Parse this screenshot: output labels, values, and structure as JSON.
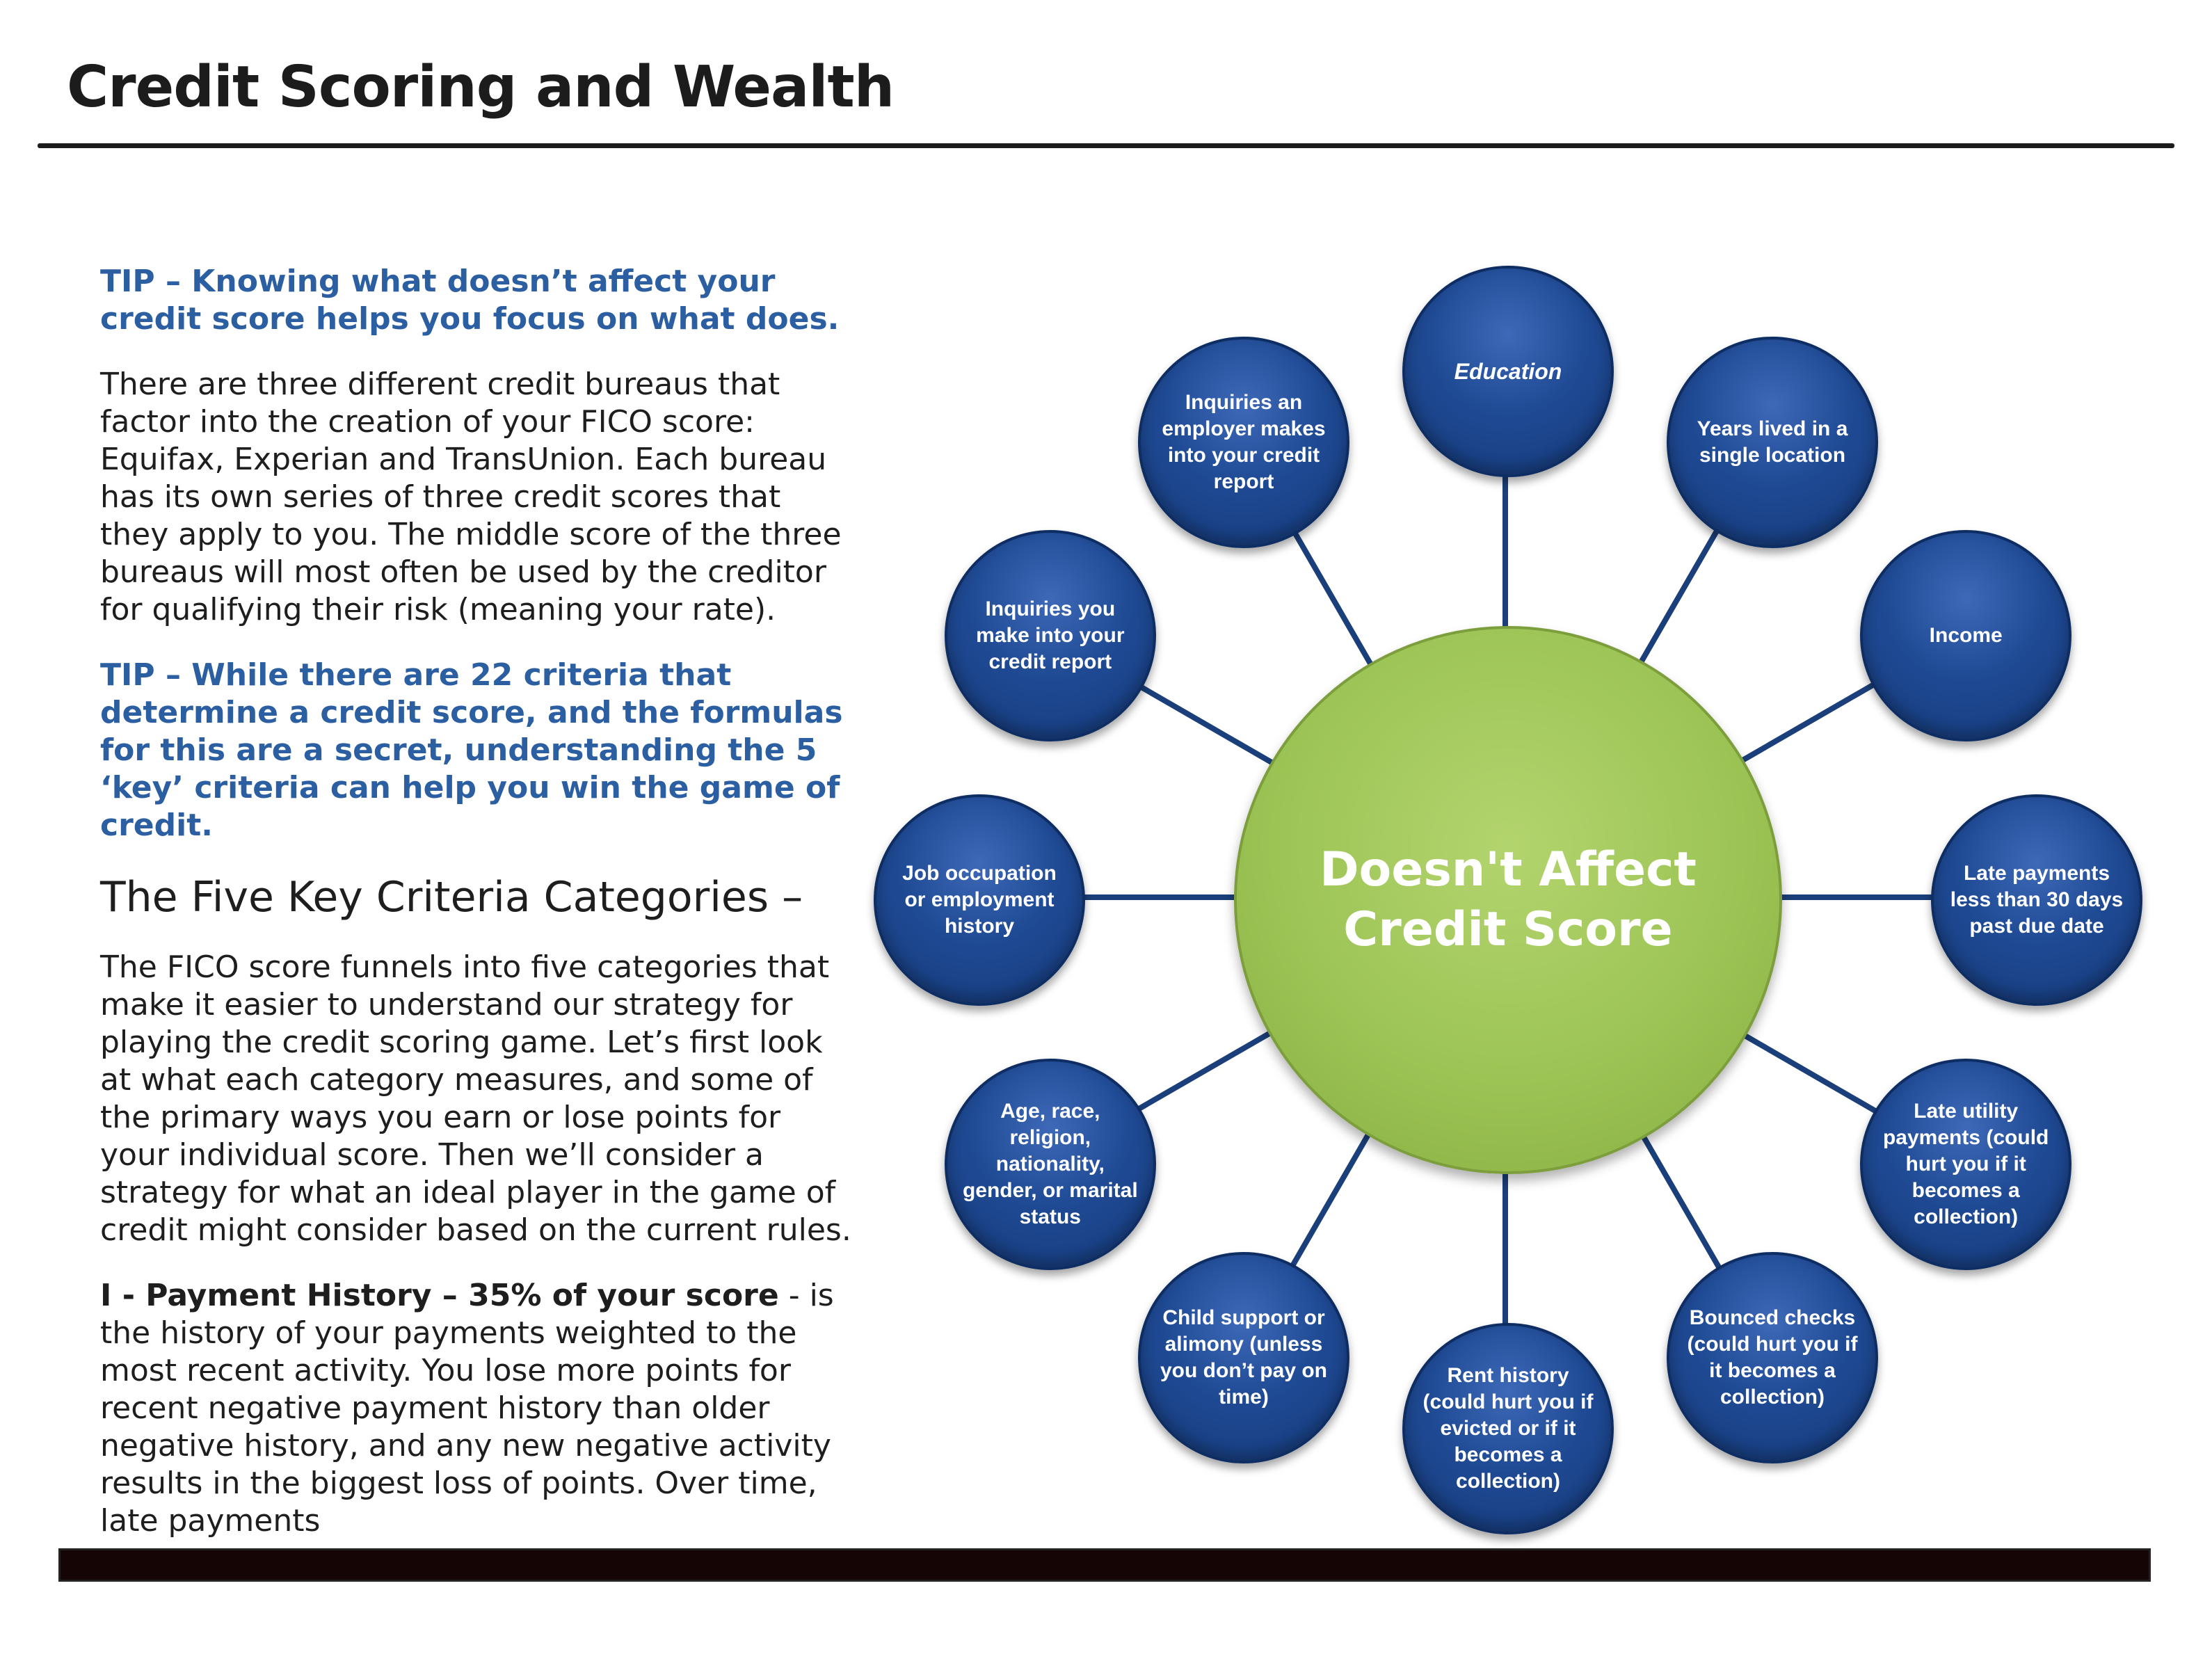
{
  "header": {
    "title": "Credit Scoring and Wealth"
  },
  "left": {
    "tip1": "TIP – Knowing what doesn’t affect your credit score helps you focus on what does.",
    "para1": "There are three different credit bureaus that factor into the creation of your FICO score: Equifax, Experian and TransUnion. Each bureau has its own series of three credit scores that they apply to you. The middle score of the three bureaus will most often be used by the creditor for qualifying their risk (meaning your rate).",
    "tip2": "TIP – While there are 22 criteria that determine a credit score, and the formulas for this are a secret, understanding the 5 ‘key’ criteria can help you win the game of credit.",
    "heading": "The Five Key Criteria Categories –",
    "para2": "The FICO score funnels into five categories that make it easier to understand our strategy for playing the credit scoring game. Let’s first look at what each category measures, and some of the primary ways you earn or lose points for your individual score. Then we’ll consider a strategy for what an ideal player in the game of credit might consider based on the current rules.",
    "para3_lead": "I - Payment History – 35% of your score",
    "para3_rest": " - is the history of your payments weighted to the most recent activity. You lose more points for recent negative payment history than older negative history, and any new negative activity results in the biggest loss of points. Over time, late payments"
  },
  "diagram": {
    "center": "Doesn't Affect\nCredit Score",
    "colors": {
      "center": "#9cc455",
      "node": "#1f4a94",
      "spoke": "#1b3f7a"
    },
    "nodes": [
      {
        "label": "Education"
      },
      {
        "label": "Years lived in a single location"
      },
      {
        "label": "Income"
      },
      {
        "label": "Late payments less than 30 days past due date"
      },
      {
        "label": "Late utility payments (could hurt you if it becomes a collection)"
      },
      {
        "label": "Bounced checks (could hurt you if it becomes a collection)"
      },
      {
        "label": "Rent history (could hurt you if evicted or if it becomes a collection)"
      },
      {
        "label": "Child support or alimony (unless you don’t pay on time)"
      },
      {
        "label": "Age, race, religion, nationality, gender, or marital status"
      },
      {
        "label": "Job occupation or employment history"
      },
      {
        "label": "Inquiries you make into your credit report"
      },
      {
        "label": "Inquiries an employer makes into your credit report"
      }
    ]
  }
}
